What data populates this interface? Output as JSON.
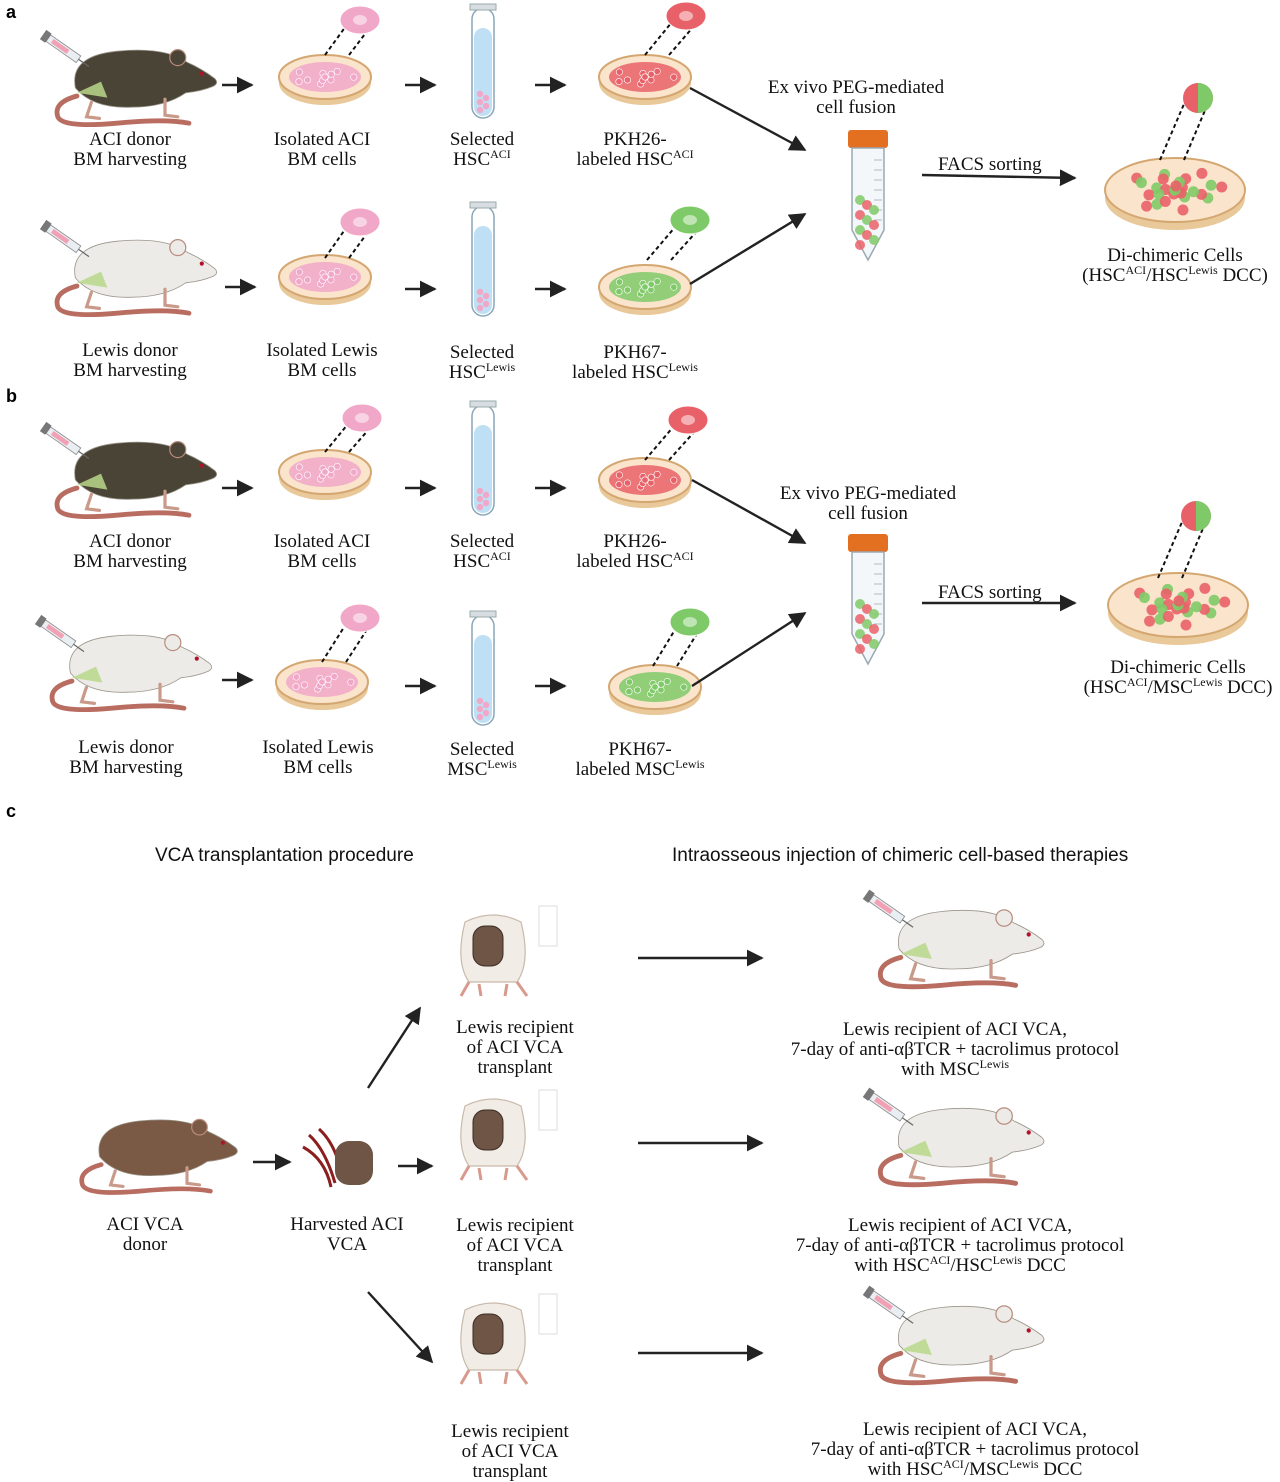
{
  "colors": {
    "dark_rat": "#4a4436",
    "white_rat": "#ecebe8",
    "brown_rat": "#7b5a45",
    "tail": "#b86d60",
    "dish_rim": "#e9c89a",
    "pink_cells": "#f0a7c8",
    "red_cells": "#e96168",
    "green_cells": "#7fca68",
    "tube_liquid": "#bfe0f4",
    "cap_orange": "#e36f21",
    "graft": "#6e5545",
    "arrow": "#222222"
  },
  "panels": {
    "a": "a",
    "b": "b",
    "c": "c"
  },
  "panel_a": {
    "row1": {
      "donor": [
        "ACI donor",
        "BM harvesting"
      ],
      "isolated": [
        "Isolated ACI",
        "BM cells"
      ],
      "selected": {
        "line1": "Selected",
        "base": "HSC",
        "sup": "ACI"
      },
      "labeled": {
        "line1": "PKH26-",
        "pre": "labeled HSC",
        "sup": "ACI"
      }
    },
    "row2": {
      "donor": [
        "Lewis donor",
        "BM harvesting"
      ],
      "isolated": [
        "Isolated Lewis",
        "BM cells"
      ],
      "selected": {
        "line1": "Selected",
        "base": "HSC",
        "sup": "Lewis"
      },
      "labeled": {
        "line1": "PKH67-",
        "pre": "labeled HSC",
        "sup": "Lewis"
      }
    },
    "fusion": [
      "Ex vivo PEG-mediated",
      "cell fusion"
    ],
    "sorting": "FACS sorting",
    "result": {
      "line1": "Di-chimeric Cells",
      "open": "(HSC",
      "sup1": "ACI",
      "mid": "/HSC",
      "sup2": "Lewis",
      "close": " DCC)"
    }
  },
  "panel_b": {
    "row1": {
      "donor": [
        "ACI donor",
        "BM harvesting"
      ],
      "isolated": [
        "Isolated ACI",
        "BM cells"
      ],
      "selected": {
        "line1": "Selected",
        "base": "HSC",
        "sup": "ACI"
      },
      "labeled": {
        "line1": "PKH26-",
        "pre": "labeled HSC",
        "sup": "ACI"
      }
    },
    "row2": {
      "donor": [
        "Lewis donor",
        "BM harvesting"
      ],
      "isolated": [
        "Isolated Lewis",
        "BM cells"
      ],
      "selected": {
        "line1": "Selected",
        "base": "MSC",
        "sup": "Lewis"
      },
      "labeled": {
        "line1": "PKH67-",
        "pre": "labeled MSC",
        "sup": "Lewis"
      }
    },
    "fusion": [
      "Ex vivo PEG-mediated",
      "cell fusion"
    ],
    "sorting": "FACS sorting",
    "result": {
      "line1": "Di-chimeric Cells",
      "open": "(HSC",
      "sup1": "ACI",
      "mid": "/MSC",
      "sup2": "Lewis",
      "close": " DCC)"
    }
  },
  "panel_c": {
    "heading_left": "VCA transplantation procedure",
    "heading_right": "Intraosseous injection of chimeric cell-based therapies",
    "donor": [
      "ACI VCA",
      "donor"
    ],
    "harvested": [
      "Harvested ACI",
      "VCA"
    ],
    "recipient": [
      "Lewis recipient",
      "of ACI VCA",
      "transplant"
    ],
    "therapies": [
      {
        "l1": "Lewis recipient of ACI VCA,",
        "l2": "7-day of anti-αβTCR + tacrolimus protocol",
        "pre": "with MSC",
        "sup1": "Lewis",
        "mid": "",
        "sup2": "",
        "post": ""
      },
      {
        "l1": "Lewis recipient of ACI VCA,",
        "l2": "7-day of anti-αβTCR + tacrolimus protocol",
        "pre": "with HSC",
        "sup1": "ACI",
        "mid": "/HSC",
        "sup2": "Lewis",
        "post": " DCC"
      },
      {
        "l1": "Lewis recipient of ACI VCA,",
        "l2": "7-day of anti-αβTCR + tacrolimus protocol",
        "pre": "with HSC",
        "sup1": "ACI",
        "mid": "/MSC",
        "sup2": "Lewis",
        "post": " DCC"
      }
    ]
  }
}
